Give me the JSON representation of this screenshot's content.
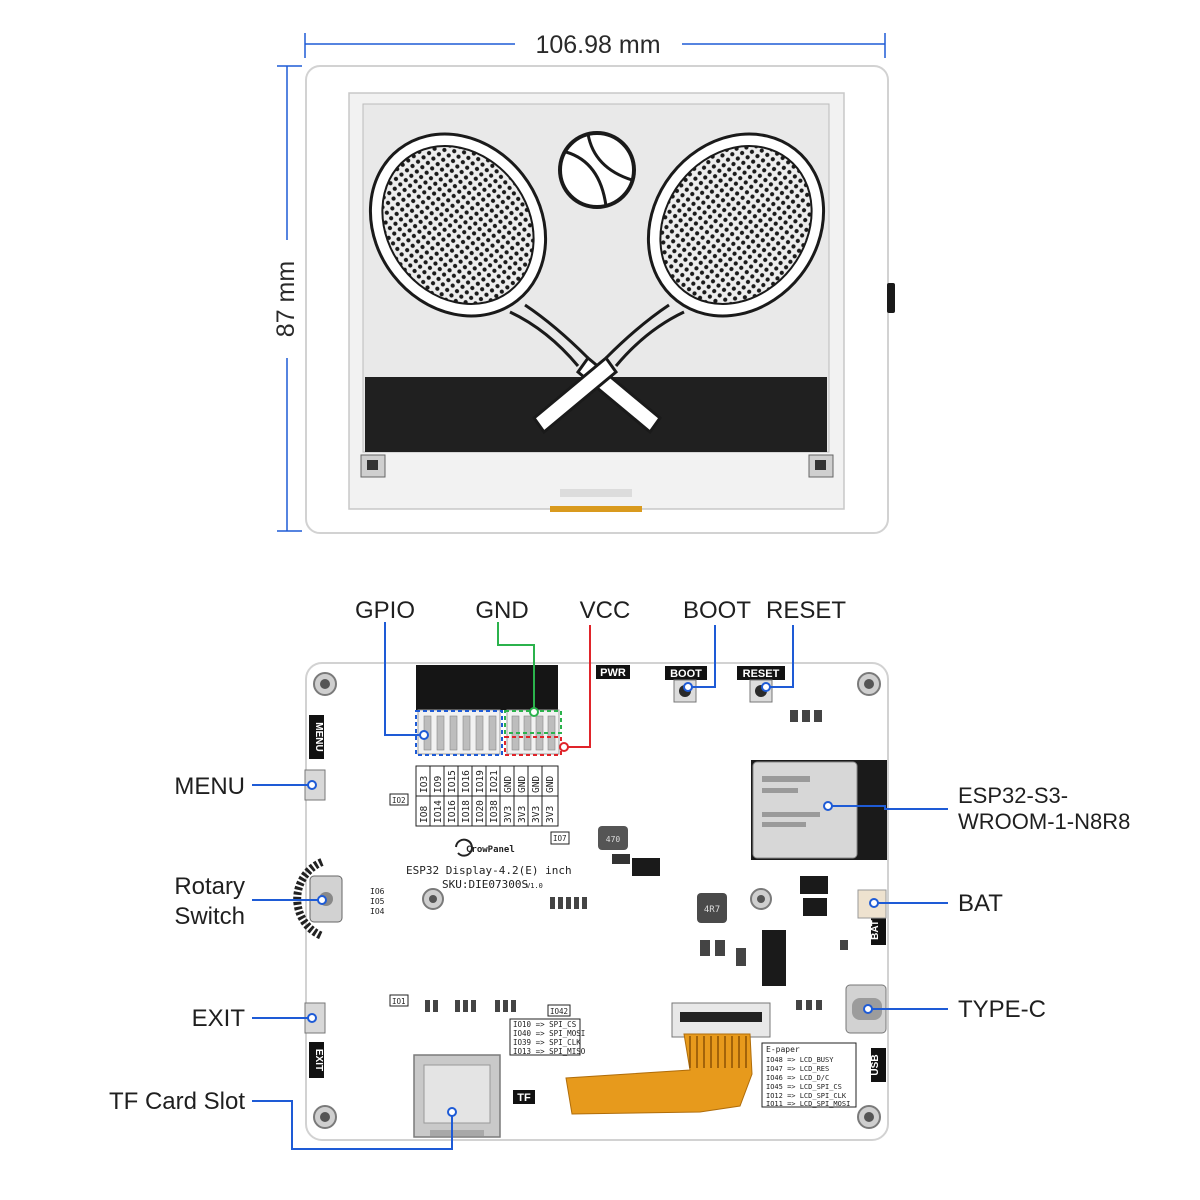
{
  "dimensions": {
    "width": "106.98 mm",
    "height": "87 mm"
  },
  "front": {
    "screen_image": "crossed-tennis-rackets-and-ball"
  },
  "callouts": {
    "gpio": "GPIO",
    "gnd": "GND",
    "vcc": "VCC",
    "boot": "BOOT",
    "reset": "RESET",
    "menu": "MENU",
    "rotary_line1": "Rotary",
    "rotary_line2": "Switch",
    "exit": "EXIT",
    "tf_card": "TF Card Slot",
    "esp_line1": "ESP32-S3-",
    "esp_line2": "WROOM-1-N8R8",
    "bat": "BAT",
    "typec": "TYPE-C"
  },
  "board": {
    "brand": "CrowPanel",
    "product": "ESP32 Display-4.2(E) inch",
    "sku": "SKU:DIE07300S",
    "version": "V1.0",
    "tags": {
      "pwr": "PWR",
      "boot": "BOOT",
      "reset": "RESET",
      "menu": "MENU",
      "exit": "EXIT",
      "bat": "BAT",
      "usb": "USB",
      "tf": "TF"
    },
    "chip_labels": {
      "io7": "IO7",
      "io2": "IO2",
      "io1": "IO1",
      "io42": "IO42",
      "inductor": "4R7",
      "ind2": "470"
    },
    "rotary_pins": [
      "IO6",
      "IO5",
      "IO4"
    ],
    "header_table": [
      [
        "IO3",
        "IO9",
        "IO15",
        "IO16",
        "IO19",
        "IO21",
        "GND",
        "GND",
        "GND",
        "GND"
      ],
      [
        "IO8",
        "IO14",
        "IO16",
        "IO18",
        "IO20",
        "IO38",
        "3V3",
        "3V3",
        "3V3",
        "3V3"
      ]
    ],
    "spi_table": [
      "IO10 => SPI_CS",
      "IO40 => SPI_MOSI",
      "IO39 => SPI_CLK",
      "IO13 => SPI_MISO"
    ],
    "epaper_title": "E-paper",
    "epaper_table": [
      "IO48 => LCD_BUSY",
      "IO47 => LCD_RES",
      "IO46 => LCD_D/C",
      "IO45 => LCD_SPI_CS",
      "IO12 => LCD_SPI_CLK",
      "IO11 => LCD_SPI_MOSI"
    ]
  },
  "colors": {
    "dimension_line": "#1e5bd6",
    "callout_line": "#1e5bd6",
    "gnd_highlight": "#2bb24c",
    "vcc_highlight": "#e0242a",
    "gpio_highlight": "#1e5bd6"
  }
}
